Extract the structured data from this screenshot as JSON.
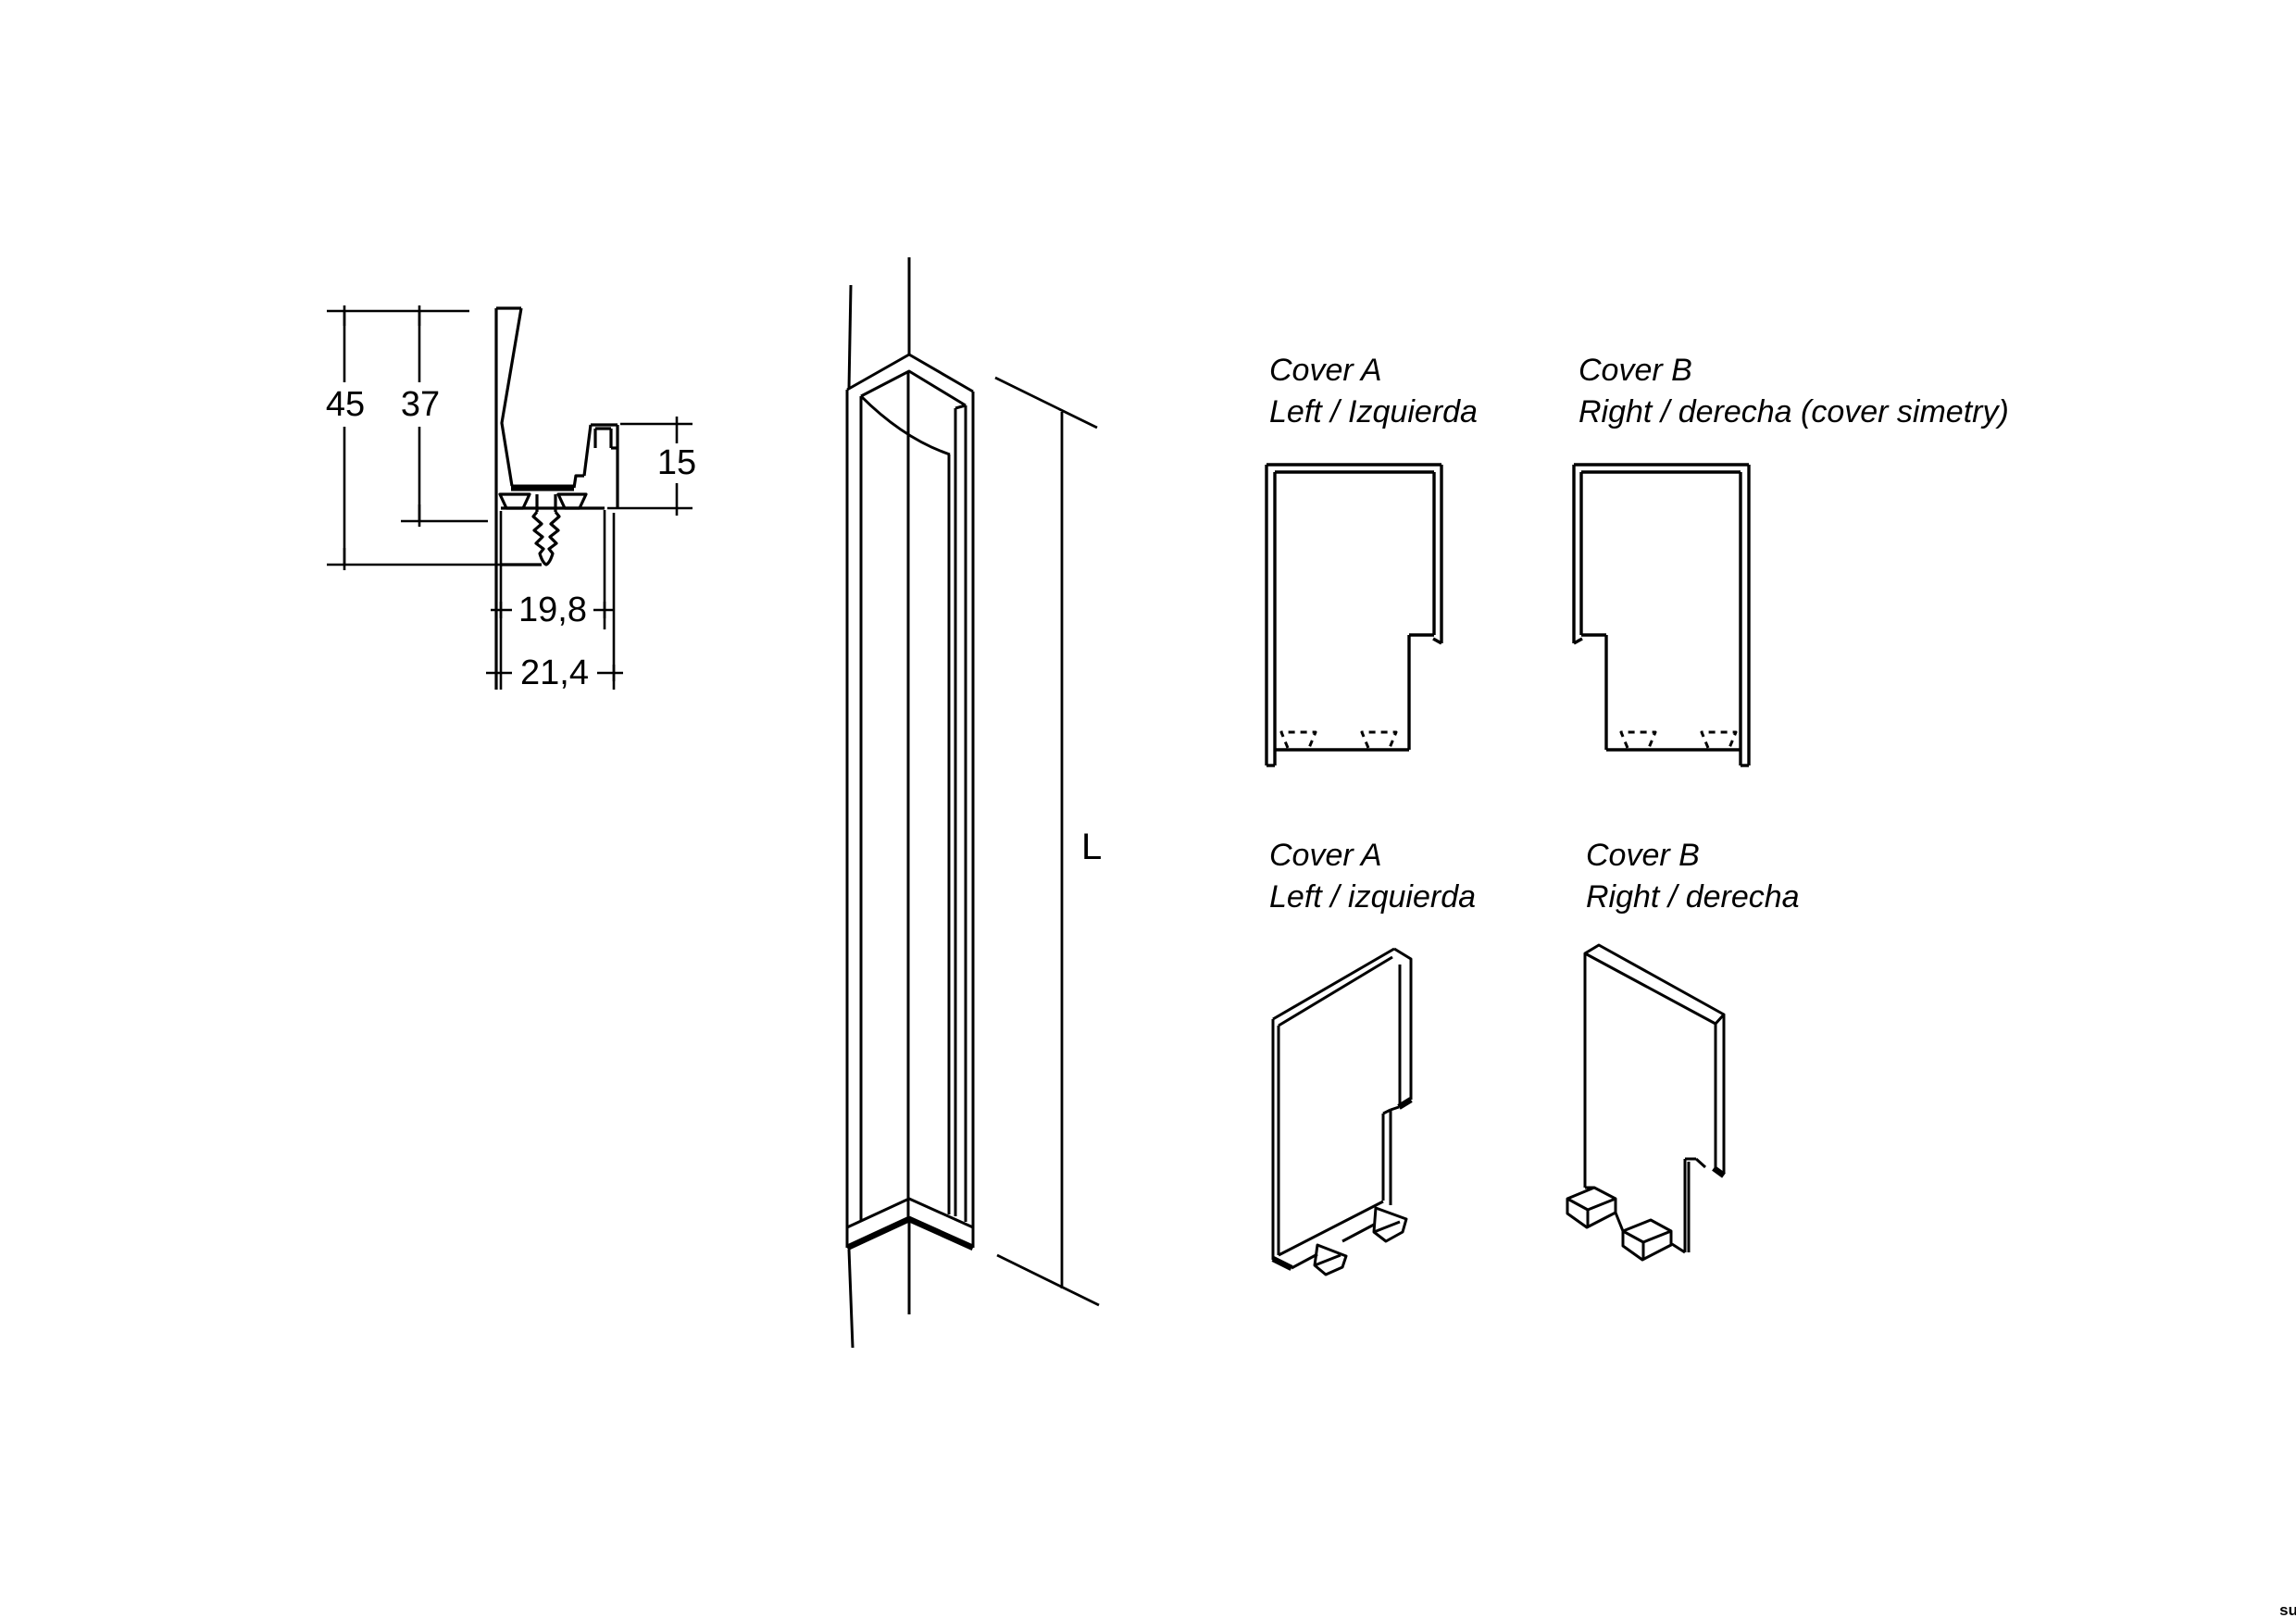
{
  "cross_section": {
    "dims": {
      "height_total": "45",
      "height_inner": "37",
      "lip_height": "15",
      "width_inner": "19,8",
      "width_outer": "21,4"
    }
  },
  "profile_isometric": {
    "length_label": "L"
  },
  "covers": [
    {
      "title": "Cover A",
      "subtitle": "Left / Izquierda"
    },
    {
      "title": "Cover B",
      "subtitle": "Right / derecha (cover simetry)"
    },
    {
      "title": "Cover A",
      "subtitle": "Left / izquierda"
    },
    {
      "title": "Cover B",
      "subtitle": "Right / derecha"
    }
  ],
  "watermark": "su",
  "colors": {
    "ink": "#000000",
    "background": "#ffffff"
  }
}
